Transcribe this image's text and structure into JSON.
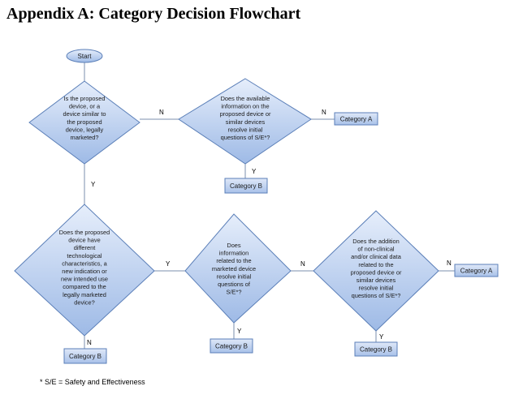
{
  "title": "Appendix A: Category Decision Flowchart",
  "footnote": "* S/E = Safety and Effectiveness",
  "start": "Start",
  "questions": {
    "q1": [
      "Is the proposed",
      "device, or a",
      "device similar to",
      "the proposed",
      "device, legally",
      "marketed?"
    ],
    "q2": [
      "Does the available",
      "information on the",
      "proposed device or",
      "similar devices",
      "resolve initial",
      "questions of S/E*?"
    ],
    "q3": [
      "Does the proposed",
      "device have",
      "different",
      "technological",
      "characteristics, a",
      "new indication or",
      "new intended use",
      "compared to the",
      "legally marketed",
      "device?"
    ],
    "q4": [
      "Does",
      "information",
      "related to the",
      "marketed device",
      "resolve initial",
      "questions of",
      "S/E*?"
    ],
    "q5": [
      "Does the addition",
      "of non-clinical",
      "and/or clinical data",
      "related to the",
      "proposed device or",
      "similar devices",
      "resolve initial",
      "questions of S/E*?"
    ]
  },
  "outcomes": {
    "r1": "Category A",
    "r2": "Category B",
    "r3": "Category B",
    "r4": "Category B",
    "r5": "Category B",
    "r6": "Category A"
  },
  "labels": {
    "q1_no": "N",
    "q1_yes": "Y",
    "q2_no": "N",
    "q2_yes": "Y",
    "q3_no": "N",
    "q3_yes": "Y",
    "q4_no": "N",
    "q4_yes": "Y",
    "q5_no": "N",
    "q5_yes": "Y"
  },
  "colors": {
    "fill_light": "#e3ecfa",
    "fill_dark": "#9fbbe6",
    "stroke": "#5b7fb8",
    "line": "#7b8fae"
  }
}
